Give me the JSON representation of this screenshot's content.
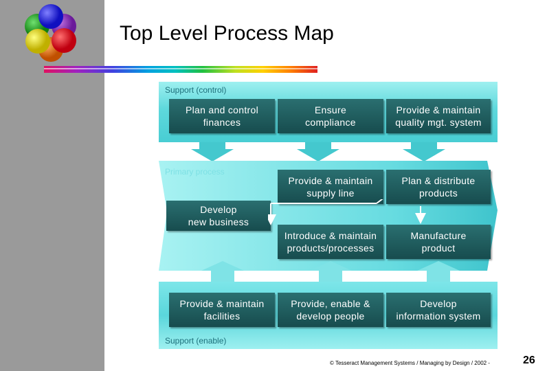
{
  "title": "Top Level Process Map",
  "support_control": {
    "label": "Support (control)",
    "boxes": [
      "Plan and control\nfinances",
      "Ensure\ncompliance",
      "Provide & maintain\nquality mgt. system"
    ]
  },
  "primary": {
    "label": "Primary process",
    "develop": "Develop\nnew business",
    "boxes": [
      "Provide & maintain\nsupply line",
      "Plan & distribute\nproducts",
      "Introduce & maintain\nproducts/processes",
      "Manufacture\nproduct"
    ]
  },
  "support_enable": {
    "label": "Support (enable)",
    "boxes": [
      "Provide & maintain\nfacilities",
      "Provide, enable &\ndevelop people",
      "Develop\ninformation system"
    ]
  },
  "footer": "© Tesseract Management Systems / Managing by Design / 2002 -",
  "page_number": "26",
  "colors": {
    "band": "#5ed8dc",
    "box": "#1f5e60",
    "label": "#1d6f7a",
    "sidebar": "#9a9a9a"
  }
}
